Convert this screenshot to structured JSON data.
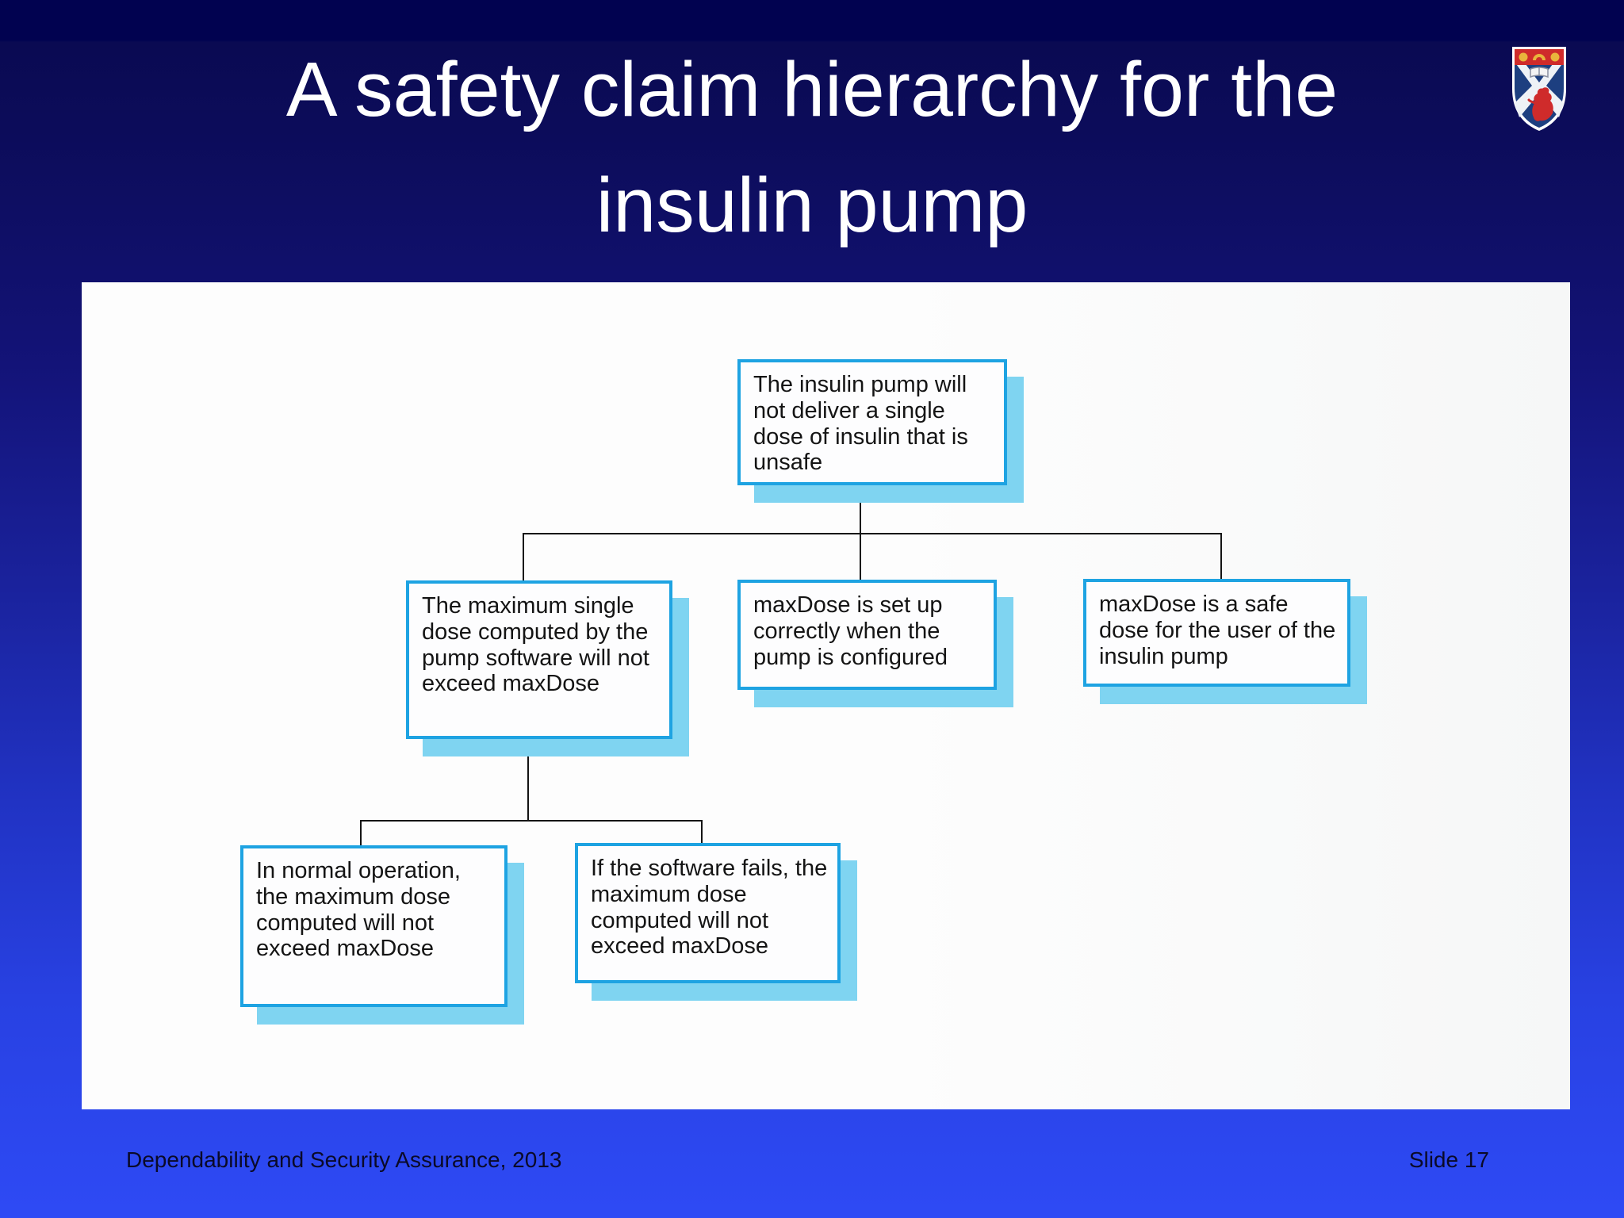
{
  "title": {
    "line1": "A safety claim hierarchy for the",
    "line2": "insulin pump"
  },
  "footer": {
    "left": "Dependability and Security Assurance, 2013",
    "right": "Slide 17"
  },
  "logo": {
    "name": "university-of-st-andrews-crest"
  },
  "colors": {
    "background_top": "#010250",
    "background_bottom": "#2e4af5",
    "panel": "#fdfdfd",
    "box_border": "#1ea3e2",
    "box_shadow": "#7fd4f1",
    "connector": "#141414",
    "title_text": "#ffffff",
    "footer_text": "#0a0a28",
    "box_text": "#141414"
  },
  "diagram": {
    "type": "hierarchy",
    "nodes": [
      {
        "id": "root",
        "parent": null,
        "text": "The insulin pump will not deliver a single dose of insulin that is unsafe"
      },
      {
        "id": "c1",
        "parent": "root",
        "text": "The maximum single dose computed by the pump software will not exceed maxDose"
      },
      {
        "id": "c2",
        "parent": "root",
        "text": "maxDose is set up correctly when the pump is configured"
      },
      {
        "id": "c3",
        "parent": "root",
        "text": "maxDose is a safe dose for the user of the insulin pump"
      },
      {
        "id": "c1a",
        "parent": "c1",
        "text": "In normal operation, the maximum dose computed will not exceed maxDose"
      },
      {
        "id": "c1b",
        "parent": "c1",
        "text": "If the software fails, the maximum dose computed will not exceed maxDose"
      }
    ],
    "edges": [
      [
        "root",
        "c1"
      ],
      [
        "root",
        "c2"
      ],
      [
        "root",
        "c3"
      ],
      [
        "c1",
        "c1a"
      ],
      [
        "c1",
        "c1b"
      ]
    ]
  }
}
